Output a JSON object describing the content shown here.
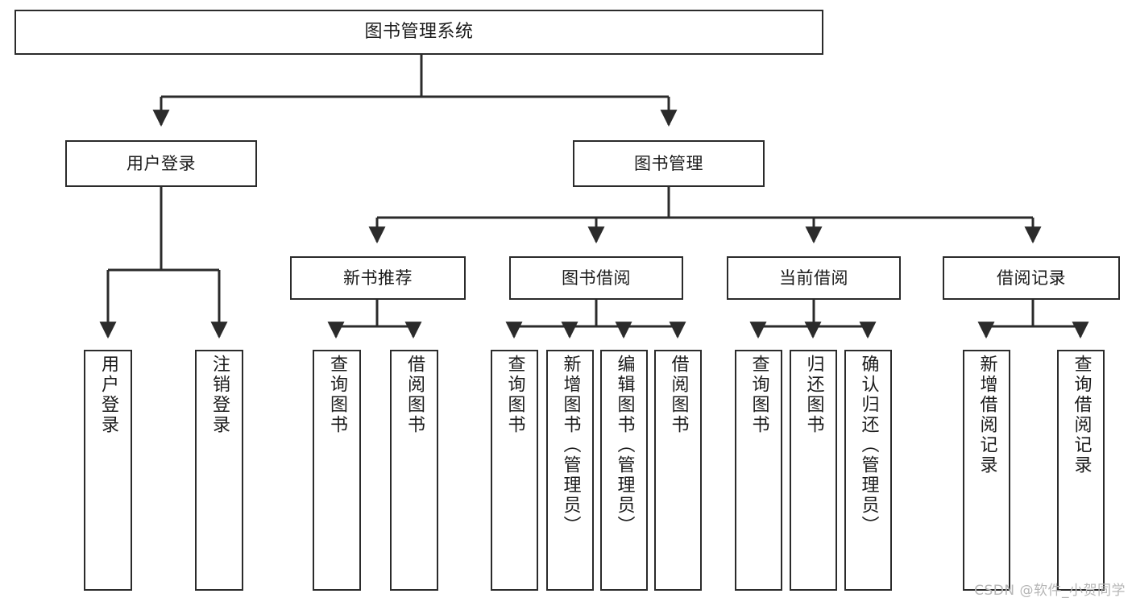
{
  "diagram": {
    "title": "图书管理系统",
    "watermark": "CSDN @软件_小贺同学",
    "line_color": "#2b2b2b",
    "box_border_color": "#2b2b2b",
    "box_fill": "#ffffff",
    "text_color": "#1b1b1b",
    "watermark_color": "#b6b6b6"
  },
  "nodes": {
    "root": {
      "label": "图书管理系统"
    },
    "level1": [
      {
        "id": "user-login",
        "label": "用户登录"
      },
      {
        "id": "book-manage",
        "label": "图书管理"
      }
    ],
    "level2": [
      {
        "id": "new-book-recommend",
        "label": "新书推荐"
      },
      {
        "id": "book-borrow",
        "label": "图书借阅"
      },
      {
        "id": "current-borrow",
        "label": "当前借阅"
      },
      {
        "id": "borrow-record",
        "label": "借阅记录"
      }
    ],
    "leaves": {
      "user_login": [
        {
          "id": "leaf-user-login",
          "label": "用户登录"
        },
        {
          "id": "leaf-logout-login",
          "label": "注销登录"
        }
      ],
      "new_book_recommend": [
        {
          "id": "leaf-query-book-1",
          "label": "查询图书"
        },
        {
          "id": "leaf-borrow-book-1",
          "label": "借阅图书"
        }
      ],
      "book_borrow": [
        {
          "id": "leaf-query-book-2",
          "label": "查询图书"
        },
        {
          "id": "leaf-add-book-admin",
          "label": "新增图书（管理员）"
        },
        {
          "id": "leaf-edit-book-admin",
          "label": "编辑图书（管理员）"
        },
        {
          "id": "leaf-borrow-book-2",
          "label": "借阅图书"
        }
      ],
      "current_borrow": [
        {
          "id": "leaf-query-book-3",
          "label": "查询图书"
        },
        {
          "id": "leaf-return-book",
          "label": "归还图书"
        },
        {
          "id": "leaf-confirm-return-admin",
          "label": "确认归还（管理员）"
        }
      ],
      "borrow_record": [
        {
          "id": "leaf-add-borrow-record",
          "label": "新增借阅记录"
        },
        {
          "id": "leaf-query-borrow-record",
          "label": "查询借阅记录"
        }
      ]
    }
  }
}
